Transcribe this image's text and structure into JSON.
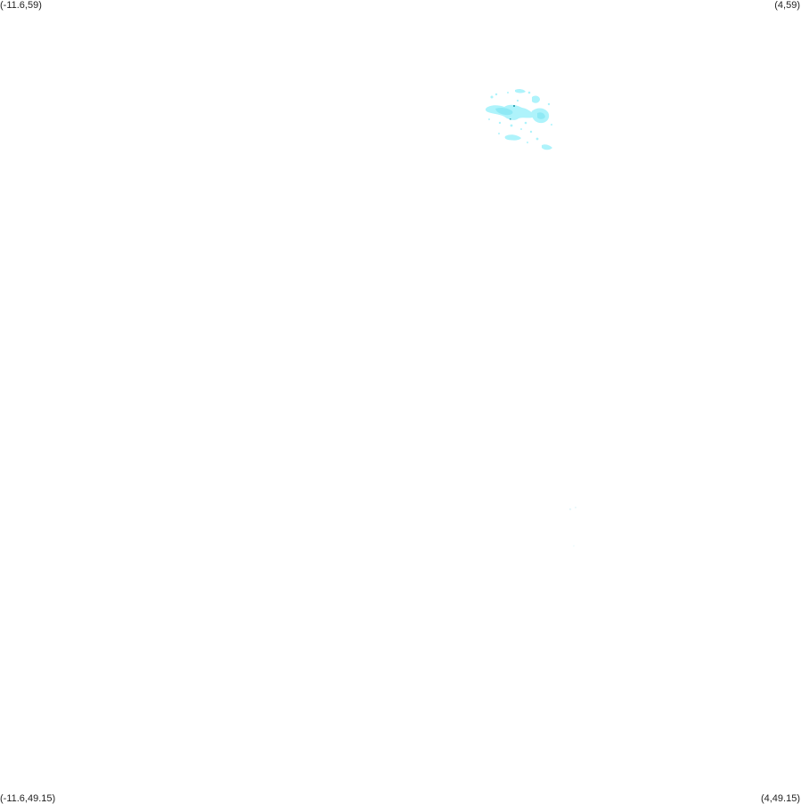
{
  "corners": {
    "top_left": "(-11.6,59)",
    "top_right": "(4,59)",
    "bottom_left": "(-11.6,49.15)",
    "bottom_right": "(4,49.15)"
  },
  "colors": {
    "background": "#ffffff",
    "fill_light": "#aef3fb",
    "fill_mid": "#8fe9f5",
    "fill_dark": "#36a8b8",
    "faint": "#e6f7fa"
  }
}
